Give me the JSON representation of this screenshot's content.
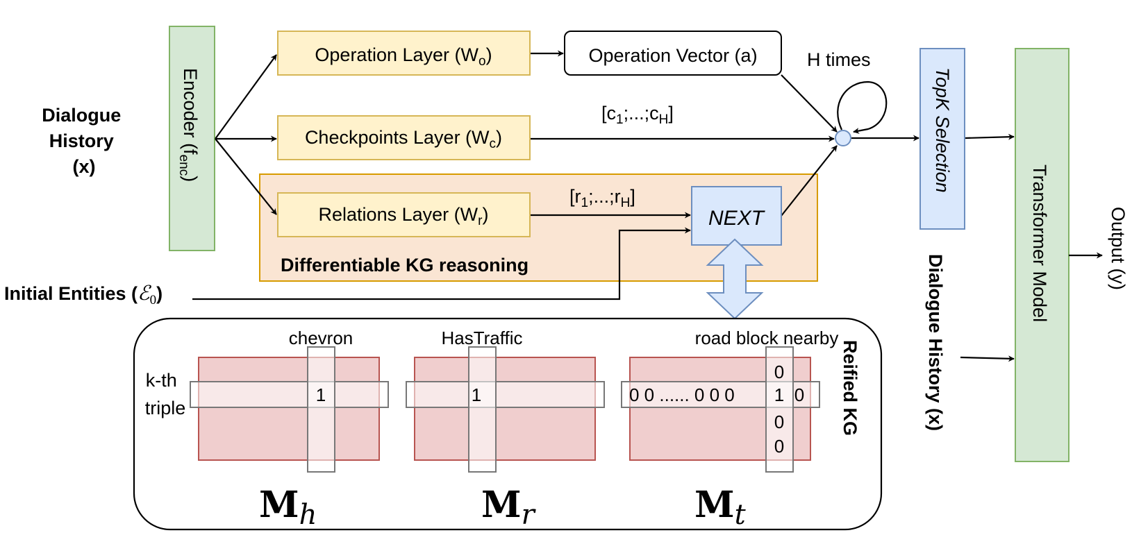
{
  "inputs": {
    "dialogue_history_line1": "Dialogue",
    "dialogue_history_line2": "History",
    "dialogue_history_line3": "(x)",
    "initial_entities": "Initial Entities (",
    "initial_entities_symbol": "ℰ",
    "initial_entities_sub": "0",
    "initial_entities_close": ")"
  },
  "encoder": {
    "label": "Encoder (f",
    "sub": "enc",
    "close": ")"
  },
  "layers": {
    "operation": {
      "label": "Operation Layer (W",
      "sub": "o",
      "close": ")"
    },
    "checkpoints": {
      "label": "Checkpoints Layer (W",
      "sub": "c",
      "close": ")"
    },
    "relations": {
      "label": "Relations Layer (W",
      "sub": "r",
      "close": ")"
    }
  },
  "operation_vector": "Operation Vector (a)",
  "h_times": "H times",
  "checkpoint_seq": {
    "open": "[c",
    "s1": "1",
    "mid": ";...;c",
    "sH": "H",
    "close": "]"
  },
  "relation_seq": {
    "open": "[r",
    "s1": "1",
    "mid": ";...;r",
    "sH": "H",
    "close": "]"
  },
  "next_label": "NEXT",
  "kg_region_label": "Differentiable KG reasoning",
  "topk": "TopK Selection",
  "transformer": "Transformer Model",
  "output": "Output (y)",
  "dialogue_history_right": "Dialogue History (x)",
  "reified": {
    "title": "Reified KG",
    "kth_line1": "k-th",
    "kth_line2": "triple",
    "col_h": "chevron",
    "col_r": "HasTraffic",
    "col_t": "road block nearby",
    "val_h": "1",
    "val_r": "1",
    "row_t": "0 0 ...... 0 0 0",
    "val_t": "1",
    "val_t_after": "0",
    "col_t_above": "0",
    "col_t_below1": "0",
    "col_t_below2": "0",
    "mat_h": {
      "base": "M",
      "sub": "h"
    },
    "mat_r": {
      "base": "M",
      "sub": "r"
    },
    "mat_t": {
      "base": "M",
      "sub": "t"
    }
  },
  "colors": {
    "yellow_fill": "#fff2cc",
    "yellow_stroke": "#d6b656",
    "green_fill": "#d5e8d4",
    "green_stroke": "#82b366",
    "blue_fill": "#dae8fc",
    "blue_stroke": "#6c8ebf",
    "orange_fill": "#fae5d3",
    "orange_stroke": "#d79b00",
    "red_fill": "#f0cece",
    "red_stroke": "#b85450"
  }
}
